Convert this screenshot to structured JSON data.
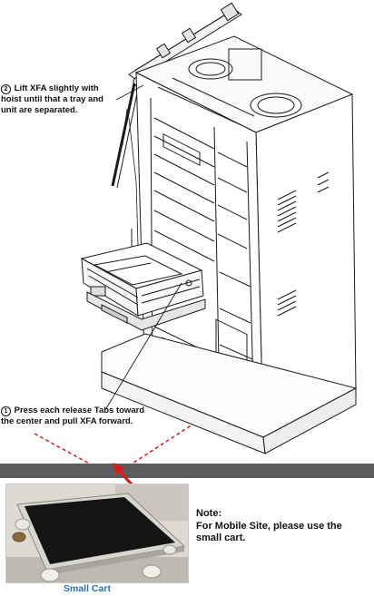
{
  "callouts": {
    "step2": {
      "number": "2",
      "text": "Lift XFA slightly with hoist until that a tray and unit are separated."
    },
    "step1": {
      "number": "1",
      "text": "Press each release Tabs toward the center and pull XFA forward."
    }
  },
  "note": {
    "title": "Note:",
    "text": "For Mobile Site, please use the small cart."
  },
  "cart_caption": "Small Cart",
  "colors": {
    "line_art": "#1a1a1a",
    "divider": "#5c5c5c",
    "dashed_path": "#d22020",
    "caption": "#2f6fb4",
    "cart_board": "#141414"
  },
  "icons": [
    "red-curved-arrow-icon"
  ]
}
